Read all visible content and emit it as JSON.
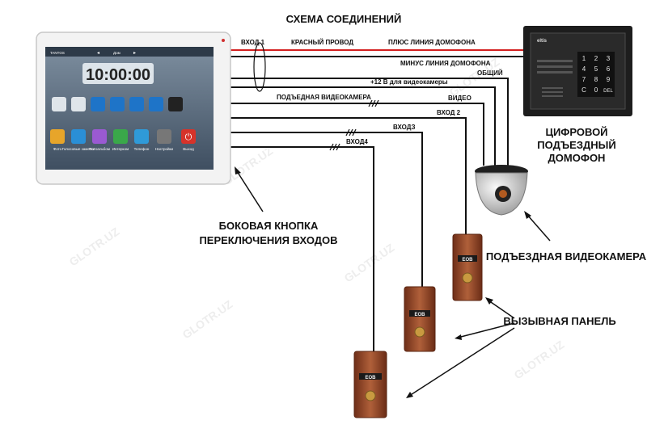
{
  "title": "СХЕМА СОЕДИНЕНИЙ",
  "wires": {
    "in1": "ВХОД 1",
    "red_wire": "КРАСНЫЙ  ПРОВОД",
    "plus_line": "ПЛЮС  ЛИНИЯ ДОМОФОНА",
    "minus_line": "МИНУС  ЛИНИЯ ДОМОФОНА",
    "common": "ОБЩИЙ",
    "cam_power": "+12 В для видеокамеры",
    "cam_video": "ПОДЪЕДНАЯ ВИДЕОКАМЕРА",
    "video": "ВИДЕО",
    "in2": "ВХОД 2",
    "in3": "ВХОДЗ",
    "in4": "ВХОД4"
  },
  "monitor": {
    "brand": "TANTOS",
    "home": "Дом",
    "clock": "10:00:00",
    "apps": [
      "Фото",
      "Голосовые заметки",
      "Фотоальбом",
      "Интерком",
      "Телефон",
      "Настройки",
      "Выход"
    ]
  },
  "intercom": {
    "brand": "eltis",
    "keys": [
      "1",
      "2",
      "3",
      "4",
      "5",
      "6",
      "7",
      "8",
      "9",
      "C",
      "0",
      "DEL"
    ],
    "label_lines": [
      "ЦИФРОВОЙ",
      "ПОДЪЕЗДНЫЙ",
      "ДОМОФОН"
    ]
  },
  "labels": {
    "side_button_lines": [
      "БОКОВАЯ КНОПКА",
      "ПЕРЕКЛЮЧЕНИЯ ВХОДОВ"
    ],
    "camera": "ПОДЪЕЗДНАЯ ВИДЕОКАМЕРА",
    "call_panel": "ВЫЗЫВНАЯ ПАНЕЛЬ",
    "panel_badge": "ЕОВ"
  },
  "watermark": "GLOTR.UZ",
  "colors": {
    "red_wire": "#d42020",
    "wire": "#111111",
    "intercom_body": "#1d1d1d",
    "panel_copper": "#9a4a2c"
  }
}
